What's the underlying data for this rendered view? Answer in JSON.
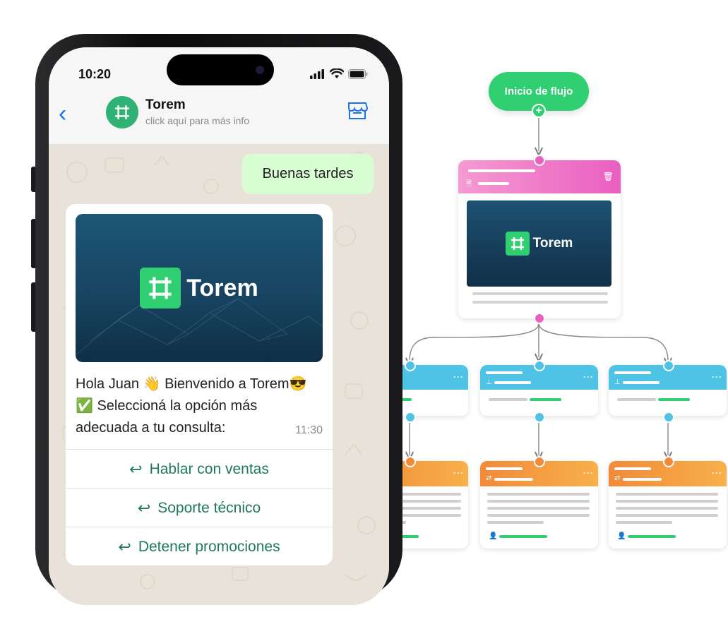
{
  "phone": {
    "time": "10:20",
    "contact_name": "Torem",
    "contact_subtitle": "click aquí para más info",
    "outgoing_message": "Buenas tardes",
    "banner_brand": "Torem",
    "message_lines": [
      "Hola Juan 👋 Bienvenido a Torem😎",
      "✅ Seleccioná la opción más",
      "adecuada a tu consulta:"
    ],
    "message_time": "11:30",
    "quick_replies": [
      "Hablar con ventas",
      "Soporte técnico",
      "Detener promociones"
    ]
  },
  "flow": {
    "start_label": "Inicio de flujo",
    "plus_symbol": "+",
    "card_brand": "Torem",
    "menu_symbol": "···",
    "colors": {
      "green": "#2fcf72",
      "pink": "#f06fc3",
      "blue": "#4ec3e6",
      "orange": "#f7a23e"
    }
  }
}
